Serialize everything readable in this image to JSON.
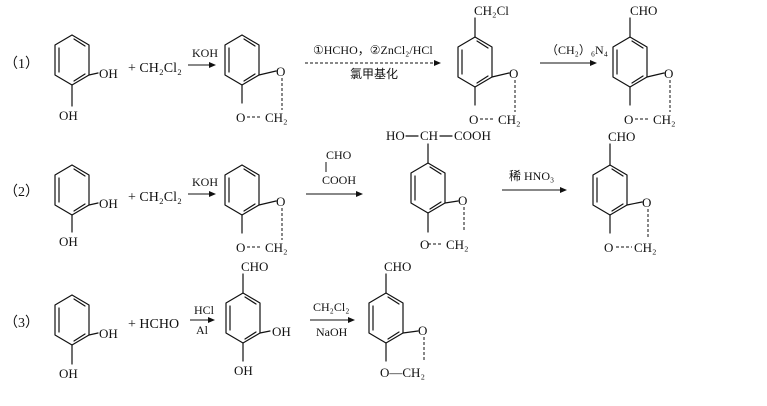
{
  "route_labels": [
    "（1）",
    "（2）",
    "（3）"
  ],
  "reagents": {
    "plus_dichloromethane": "+ CH₂Cl₂",
    "plus_formaldehyde": "+ HCHO",
    "koh": "KOH",
    "chloromethylation_conditions": "①HCHO，②ZnCl₂/HCl",
    "chloromethylation_name": "氯甲基化",
    "hexamine": "（CH₂）₆N₄",
    "glyoxylic_acid_top": "CHO",
    "glyoxylic_acid_bottom": "COOH",
    "dilute_nitric": "稀 HNO₃",
    "hcl": "HCl",
    "al": "Al",
    "ch2cl2": "CH₂Cl₂",
    "naoh": "NaOH"
  },
  "groups": {
    "oh": "OH",
    "o": "O",
    "ch2": "CH₂",
    "o_ch2": "O—CH₂",
    "cho": "CHO",
    "ch2cl": "CH₂Cl",
    "ho": "HO",
    "ch": "CH",
    "cooh": "COOH"
  },
  "colors": {
    "ink": "#111111",
    "background": "#ffffff"
  }
}
